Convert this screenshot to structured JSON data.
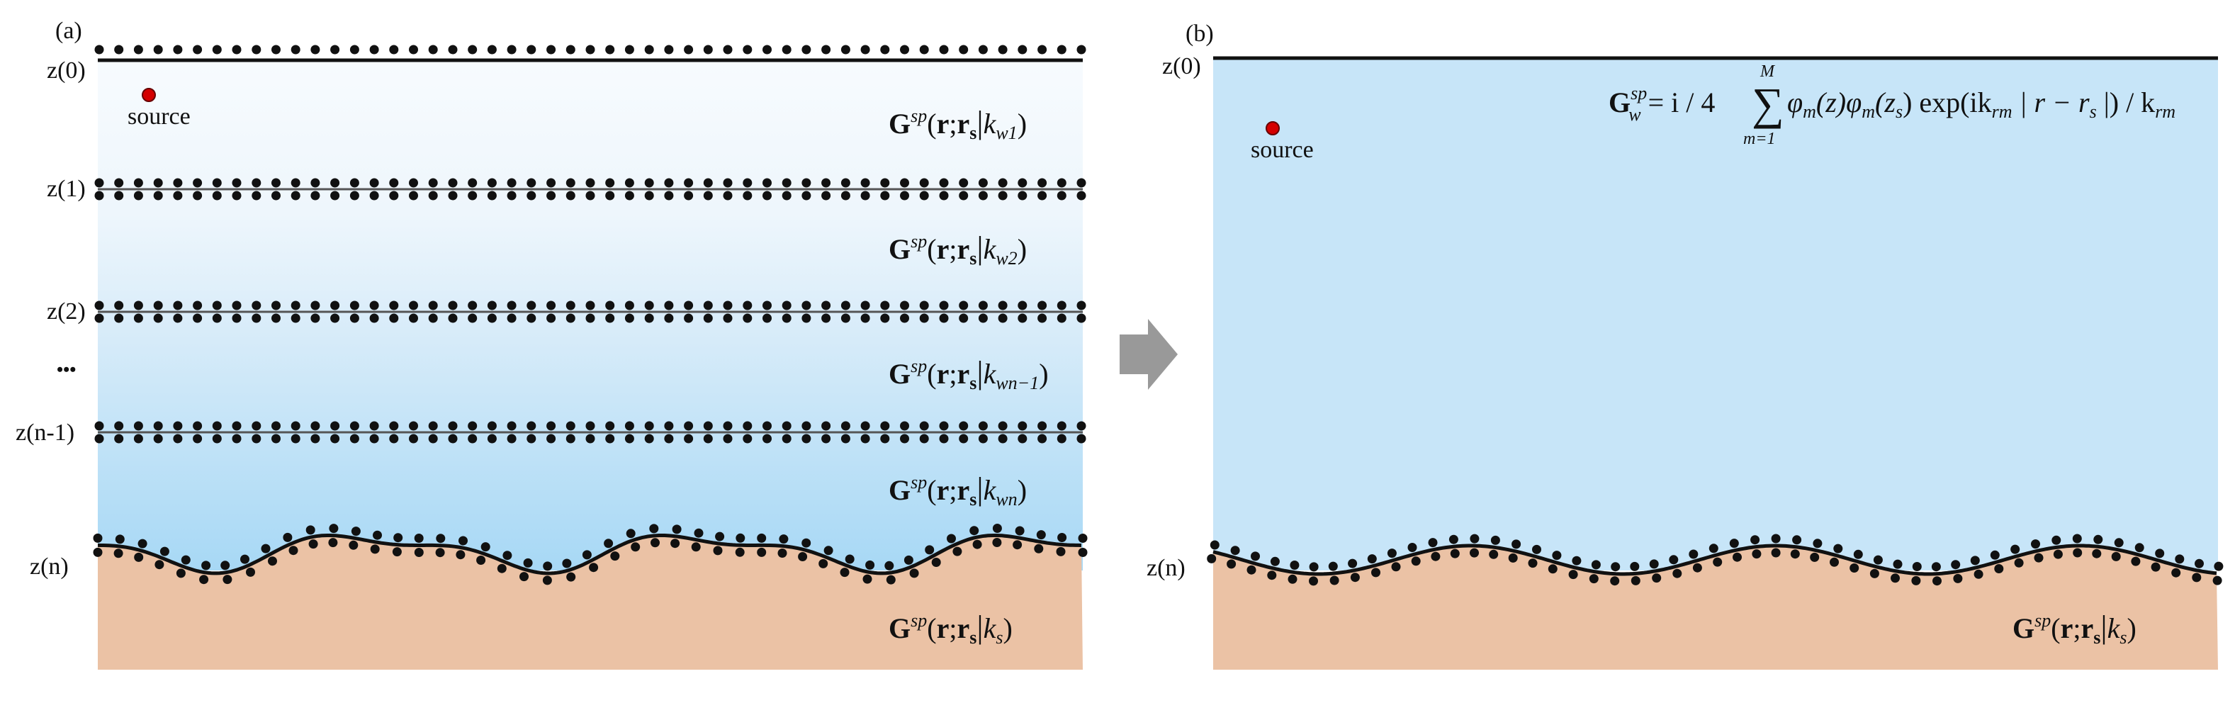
{
  "panel_a": {
    "tag": "(a)",
    "source_label": "source",
    "ellipsis": "•••",
    "interface_labels": [
      "z(0)",
      "z(1)",
      "z(2)",
      "z(n-1)",
      "z(n)"
    ],
    "layer_terms": [
      {
        "sub": "w1",
        "subsub": ""
      },
      {
        "sub": "w2",
        "subsub": ""
      },
      {
        "sub": "wn−1",
        "subsub": ""
      },
      {
        "sub": "wn",
        "subsub": ""
      },
      {
        "sub": "s",
        "subsub": ""
      }
    ]
  },
  "panel_b": {
    "tag": "(b)",
    "source_label": "source",
    "interface_labels": [
      "z(0)",
      "z(n)"
    ],
    "formula": {
      "lhs_sub": "w",
      "equals_text": "= i / 4",
      "sum_upper": "M",
      "sum_lower": "m=1",
      "body_1": "φ",
      "body_1_sub": "m",
      "body_2": "(z)φ",
      "body_2_sub": "m",
      "body_3": "(z",
      "body_3_sub": "s",
      "body_4": ") exp(ik",
      "body_4_sub": "rm",
      "body_5": " | r − r",
      "body_5_sub": "s",
      "body_6": " |) / k",
      "body_6_sub": "rm"
    },
    "sediment_term_sub": "s"
  },
  "green_symbol": {
    "G": "G",
    "sup": "sp",
    "args_open": "(",
    "r": "r",
    "semicolon": ";",
    "rs": "r",
    "rs_sub": "s",
    "bar": "|",
    "k": "k",
    "close": ")"
  },
  "colors": {
    "layer1": "#f3f9fe",
    "layer2": "#e3f1fb",
    "layer3": "#cfe8f8",
    "layer4": "#b9def5",
    "layer5": "#a9d7f4",
    "water_b": "#c7e5f8",
    "sediment": "#ebc2a5",
    "dot": "#111111",
    "source": "#d40000",
    "arrow": "#999999"
  }
}
